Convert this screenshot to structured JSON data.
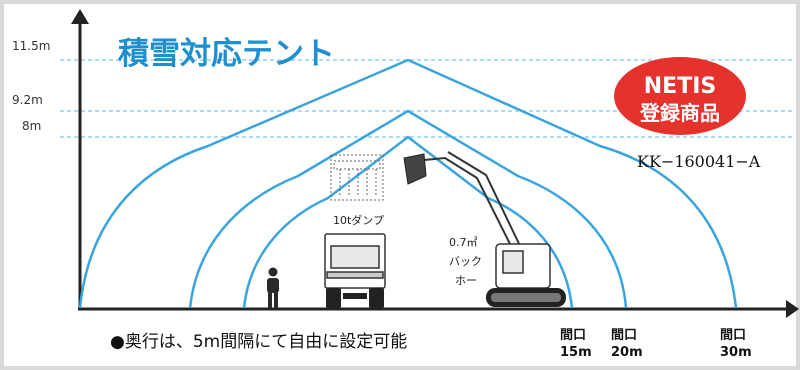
{
  "title": "積雪対応テント",
  "badge": {
    "line1": "NETIS",
    "line2": "登録商品",
    "color": "#e5322d"
  },
  "registration_code": "KK−160041−A",
  "heights": [
    "11.5m",
    "9.2m",
    "8m"
  ],
  "spans": [
    {
      "line1": "間口",
      "line2": "15m"
    },
    {
      "line1": "間口",
      "line2": "20m"
    },
    {
      "line1": "間口",
      "line2": "30m"
    }
  ],
  "dump_truck_label": "10tダンプ",
  "backhoe_label": {
    "line1": "0.7㎥",
    "line2": "バック",
    "line3": "ホー"
  },
  "note": "●奥行は、5m間隔にて自由に設定可能",
  "colors": {
    "tent": "#3aa5dc",
    "title": "#1f8fd0",
    "guide": "#7dc6ea",
    "frame": "#d9d9d9"
  }
}
